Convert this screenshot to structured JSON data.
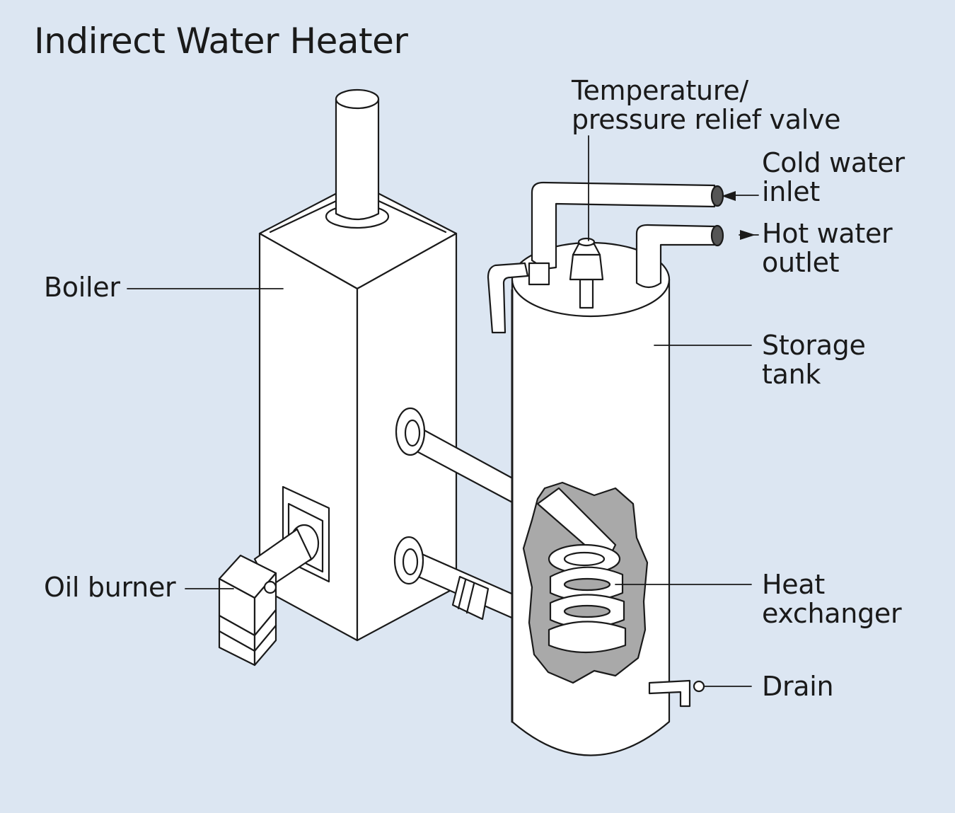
{
  "title": "Indirect Water Heater",
  "labels": {
    "boiler": "Boiler",
    "oil_burner": "Oil burner",
    "tp_valve": [
      "Temperature/",
      "pressure relief valve"
    ],
    "cold_inlet": [
      "Cold water",
      "inlet"
    ],
    "hot_outlet": [
      "Hot water",
      "outlet"
    ],
    "storage_tank": [
      "Storage",
      "tank"
    ],
    "heat_exchanger": [
      "Heat",
      "exchanger"
    ],
    "drain": "Drain"
  },
  "colors": {
    "background": "#dce6f2",
    "line": "#1a1a1a",
    "fill": "#ffffff",
    "cutaway": "#a9a9a9"
  }
}
